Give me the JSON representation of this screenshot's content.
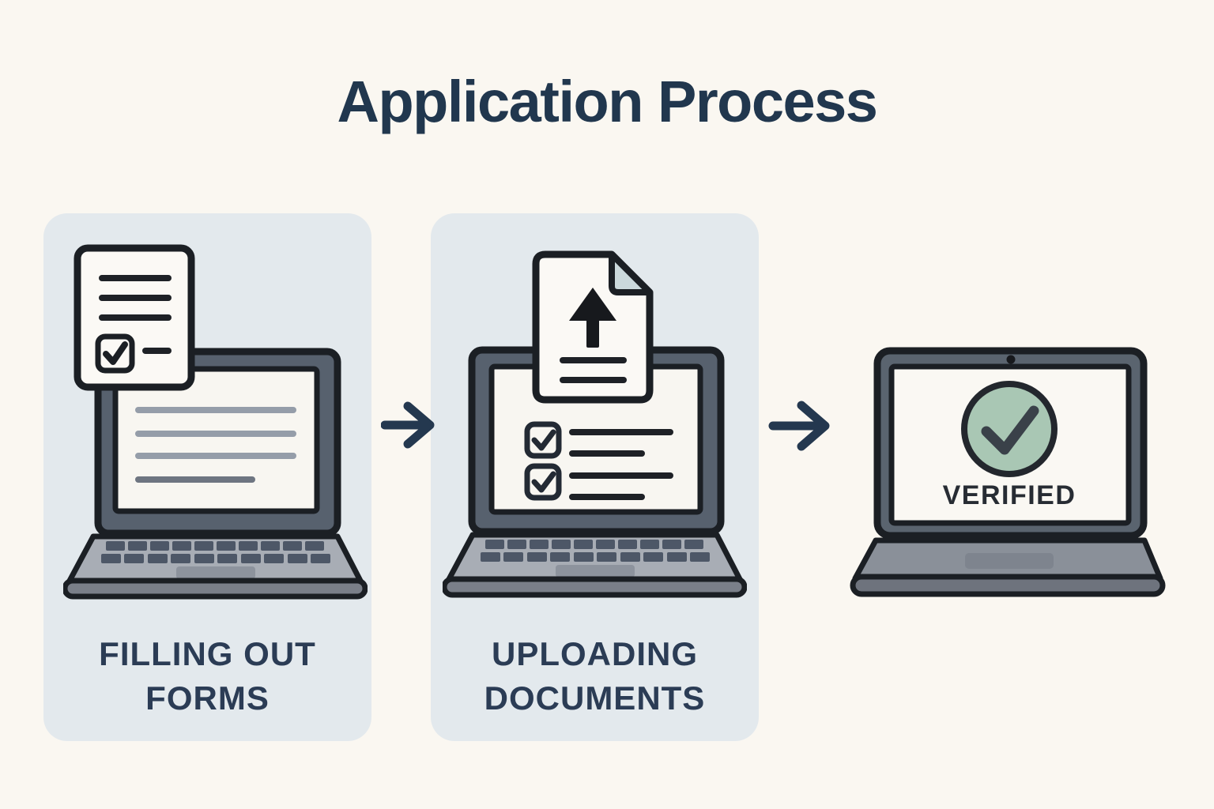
{
  "title": "Application Process",
  "steps": [
    {
      "name": "filling-out-forms",
      "label_lines": [
        "FILLING OUT",
        "FORMS"
      ],
      "icons": [
        "form-document-icon",
        "laptop-icon"
      ]
    },
    {
      "name": "uploading-documents",
      "label_lines": [
        "UPLOADING",
        "DOCUMENTS"
      ],
      "icons": [
        "upload-document-icon",
        "laptop-checklist-icon"
      ]
    },
    {
      "name": "verified",
      "badge_label": "VERIFIED",
      "icons": [
        "laptop-icon",
        "verified-checkmark-icon"
      ]
    }
  ],
  "connectors": [
    {
      "icon": "arrow-right-icon"
    },
    {
      "icon": "arrow-right-icon"
    }
  ],
  "colors": {
    "background": "#FAF7F1",
    "card_background": "#E3E9ED",
    "heading_text": "#21374E",
    "label_text": "#2B3C55",
    "badge_text": "#272C33",
    "outline": "#1B1F24",
    "laptop_frame": "#57616E",
    "laptop_base": "#A8ADB5",
    "laptop_base_dark": "#8A9099",
    "laptop_lip": "#7A7F89",
    "touchpad": "#8D939D",
    "key_color": "#4D5767",
    "screen_white": "#F8F6F1",
    "screen_line_gray": "#959DA9",
    "screen_line_dark": "#6E7581",
    "verified_green": "#A9C7B4",
    "paper_fold": "#CBD9DC",
    "arrow_color": "#24384F"
  }
}
